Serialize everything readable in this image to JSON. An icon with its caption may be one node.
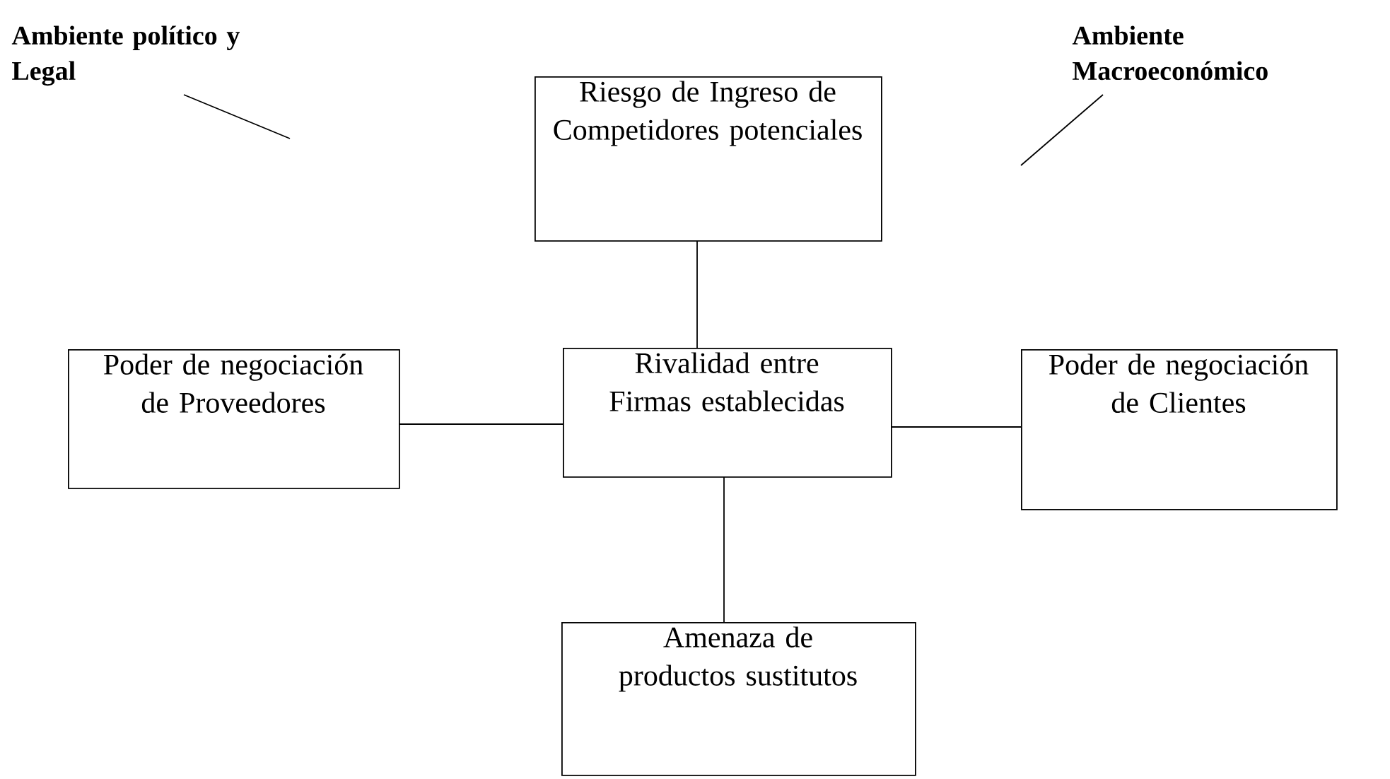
{
  "diagram": {
    "nodes": [
      {
        "text": [
          "Ambiente político y Legal"
        ]
      },
      {
        "text": [
          "Ambiente Macroeconómico"
        ]
      },
      {
        "text": [
          "Riesgo de Ingreso de Competidores potenciales"
        ]
      },
      {
        "text": [
          "Poder de negociación de Proveedores"
        ]
      },
      {
        "text": [
          "Rivalidad entre Firmas establecidas"
        ]
      },
      {
        "text": [
          "Poder de negociación de Clientes"
        ]
      },
      {
        "text": [
          "Amenaza de productos sustitutos"
        ]
      }
    ],
    "edges": [
      {
        "from": 0,
        "to": null,
        "arrow": "none"
      },
      {
        "from": 1,
        "to": null,
        "arrow": "none"
      },
      {
        "from": 2,
        "to": 4,
        "arrow": "none"
      },
      {
        "from": 3,
        "to": 4,
        "arrow": "none"
      },
      {
        "from": 4,
        "to": 5,
        "arrow": "none"
      },
      {
        "from": 4,
        "to": 6,
        "arrow": "none"
      }
    ]
  }
}
